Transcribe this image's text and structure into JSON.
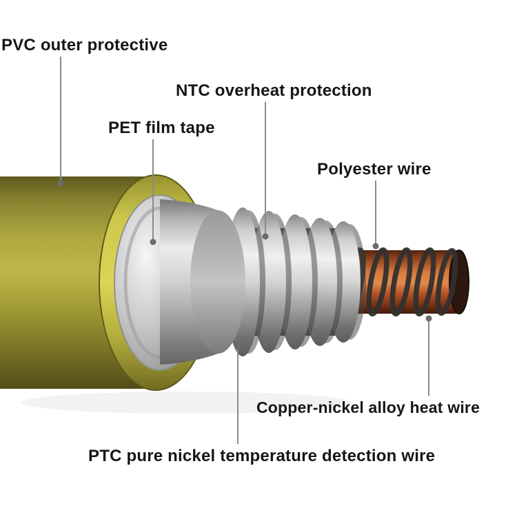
{
  "diagram": {
    "type": "product-cutaway-diagram",
    "subject": "heating cable layered structure",
    "labels": {
      "pvc": "PVC outer protective",
      "ntc": "NTC overheat protection",
      "pet": "PET film tape",
      "polyester": "Polyester wire",
      "copper_nickel": "Copper-nickel alloy heat wire",
      "ptc": "PTC pure nickel temperature detection wire"
    },
    "colors": {
      "pvc_outer_layer": "#b0aa40",
      "pet_film_layer": "#c8c8c8",
      "corrugated_metal_layer": "#d4d4d4",
      "copper_core": "#c9653a",
      "heat_wire_wrap": "#33312f",
      "leader_line": "#8a8a8a",
      "label_text": "#161616",
      "background": "#ffffff"
    }
  }
}
